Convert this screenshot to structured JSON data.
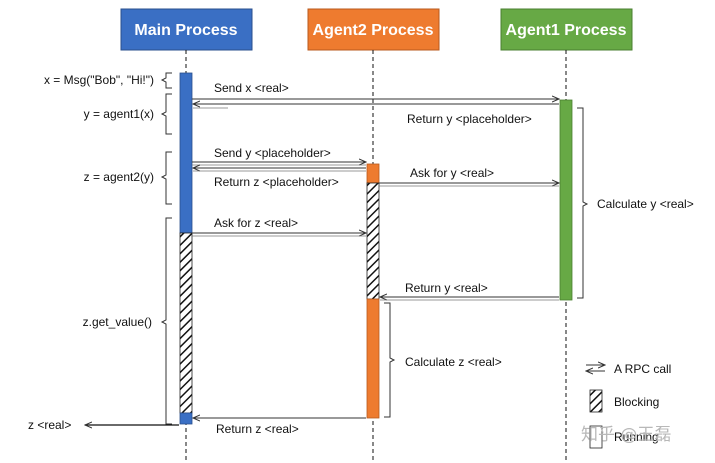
{
  "headers": {
    "main": "Main Process",
    "agent2": "Agent2 Process",
    "agent1": "Agent1 Process"
  },
  "left_labels": {
    "msg": "x = Msg(\"Bob\", \"Hi!\")",
    "y_assign": "y = agent1(x)",
    "z_assign": "z = agent2(y)",
    "get_value": "z.get_value()",
    "z_out": "z <real>"
  },
  "messages": {
    "send_x": "Send x <real>",
    "return_y_placeholder": "Return y <placeholder>",
    "send_y_placeholder": "Send y <placeholder>",
    "ask_y": "Ask for y <real>",
    "return_z_placeholder": "Return z <placeholder>",
    "ask_z": "Ask for z <real>",
    "return_y_real": "Return y <real>",
    "return_z_real": "Return z <real>"
  },
  "notes": {
    "calc_y": "Calculate y <real>",
    "calc_z": "Calculate z <real>"
  },
  "legend": {
    "rpc": "A RPC call",
    "blocking": "Blocking",
    "running": "Running"
  },
  "watermark": "知乎 @王磊",
  "colors": {
    "main": "#3a6fc4",
    "agent2": "#ee7b2f",
    "agent1": "#67a945",
    "arrow": "#333333"
  }
}
